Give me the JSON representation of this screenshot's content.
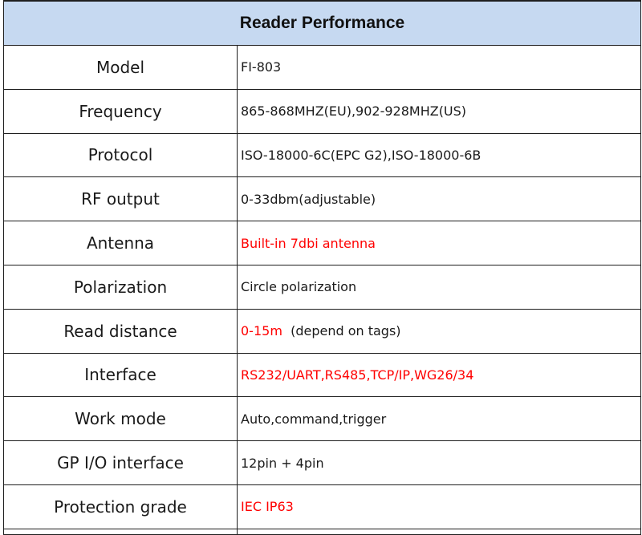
{
  "title": "Reader Performance",
  "colors": {
    "header_bg": "#c6d9f1",
    "highlight": "#ff0000",
    "border": "#1e1e1e",
    "text": "#1a1a1a"
  },
  "rows": [
    {
      "label": "Model",
      "value": "FI-803"
    },
    {
      "label": "Frequency",
      "value": "865-868MHZ(EU),902-928MHZ(US)"
    },
    {
      "label": "Protocol",
      "value": "ISO-18000-6C(EPC G2),ISO-18000-6B"
    },
    {
      "label": "RF output",
      "value": "0-33dbm(adjustable)"
    },
    {
      "label": "Antenna",
      "value": "Built-in 7dbi antenna"
    },
    {
      "label": "Polarization",
      "value": "Circle polarization"
    },
    {
      "label": "Read distance",
      "value": "0-15m",
      "note": "  (depend on tags)"
    },
    {
      "label": "Interface",
      "value": "RS232/UART,RS485,TCP/IP,WG26/34"
    },
    {
      "label": "Work mode",
      "value": "Auto,command,trigger"
    },
    {
      "label": "GP I/O interface",
      "value": "12pin + 4pin"
    },
    {
      "label": "Protection grade",
      "value": "IEC IP63"
    }
  ]
}
